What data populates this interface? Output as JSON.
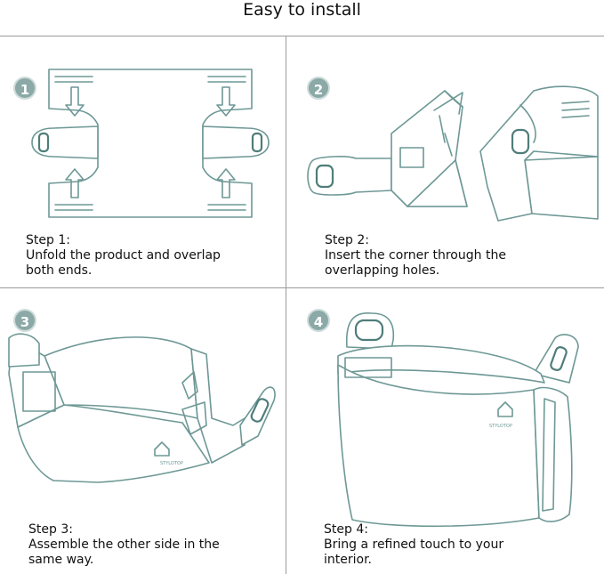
{
  "title": "Easy to install",
  "brand": "STYLOTOP",
  "steps": [
    {
      "number": "1",
      "heading": "Step 1:",
      "line1": "Unfold the product and overlap",
      "line2": "both ends."
    },
    {
      "number": "2",
      "heading": "Step 2:",
      "line1": "Insert the corner through the",
      "line2": "overlapping holes."
    },
    {
      "number": "3",
      "heading": "Step 3:",
      "line1": "Assemble the other side in the",
      "line2": "same way."
    },
    {
      "number": "4",
      "heading": "Step 4:",
      "line1": "Bring a refined touch to your",
      "line2": "interior."
    }
  ],
  "colors": {
    "accent": "#8aa9a7",
    "line": "#6d9895",
    "divider": "#9a9a9a"
  }
}
